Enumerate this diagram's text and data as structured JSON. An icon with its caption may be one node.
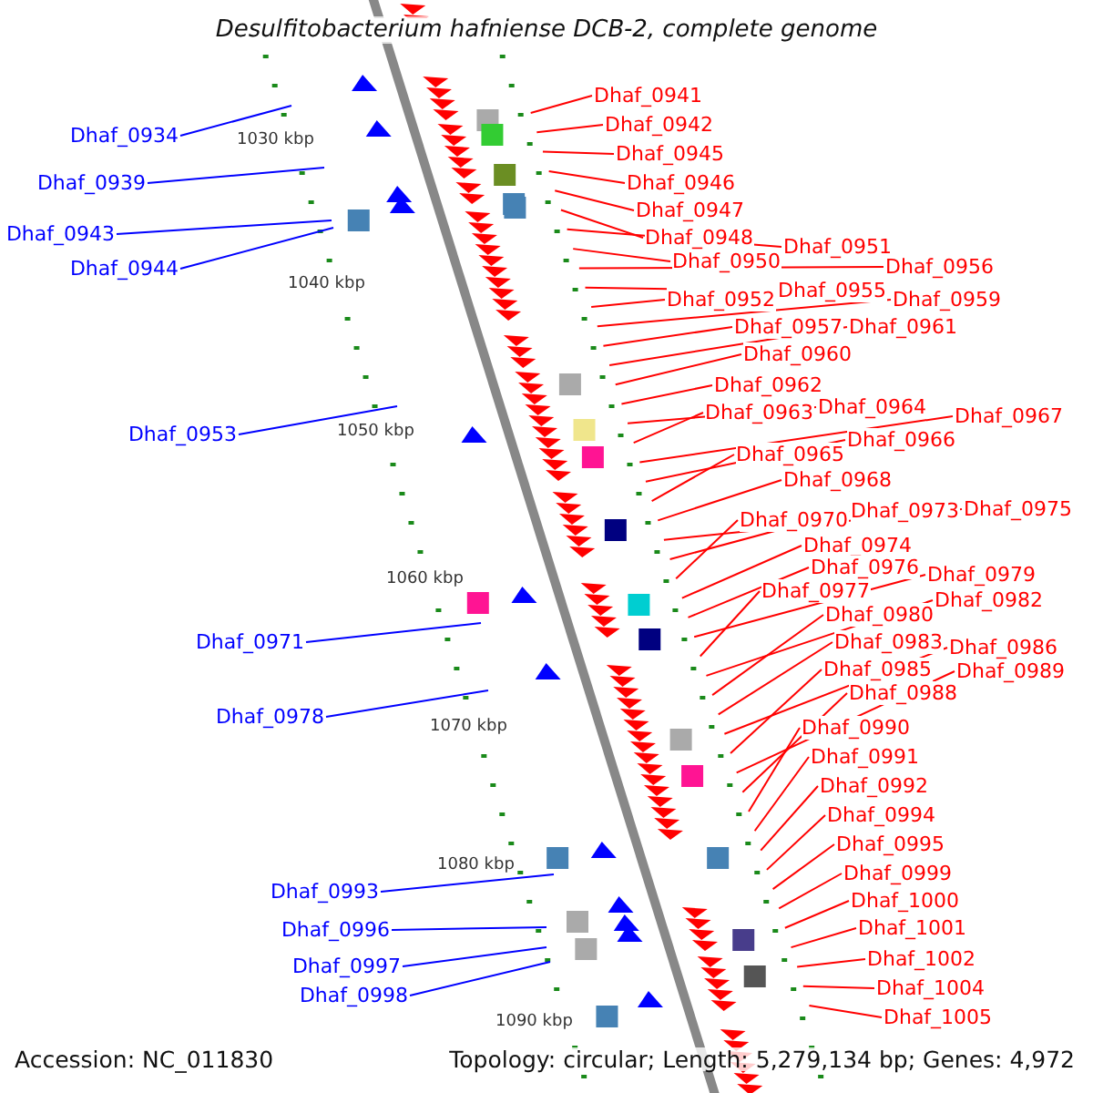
{
  "diagram": {
    "title": "Desulfitobacterium hafniense DCB-2, complete genome",
    "nodes": [
      {
        "text": [
          "Dhaf_0934"
        ]
      },
      {
        "text": [
          "Dhaf_0939"
        ]
      },
      {
        "text": [
          "Dhaf_0943"
        ]
      },
      {
        "text": [
          "Dhaf_0944"
        ]
      },
      {
        "text": [
          "Dhaf_0953"
        ]
      },
      {
        "text": [
          "Dhaf_0971"
        ]
      },
      {
        "text": [
          "Dhaf_0978"
        ]
      },
      {
        "text": [
          "Dhaf_0993"
        ]
      },
      {
        "text": [
          "Dhaf_0996"
        ]
      },
      {
        "text": [
          "Dhaf_0997"
        ]
      },
      {
        "text": [
          "Dhaf_0998"
        ]
      },
      {
        "text": [
          "Dhaf_0941"
        ]
      },
      {
        "text": [
          "Dhaf_0942"
        ]
      },
      {
        "text": [
          "Dhaf_0945"
        ]
      },
      {
        "text": [
          "Dhaf_0946"
        ]
      },
      {
        "text": [
          "Dhaf_0947"
        ]
      },
      {
        "text": [
          "Dhaf_0948"
        ]
      },
      {
        "text": [
          "Dhaf_0950"
        ]
      },
      {
        "text": [
          "Dhaf_0951"
        ]
      },
      {
        "text": [
          "Dhaf_0952"
        ]
      },
      {
        "text": [
          "Dhaf_0955"
        ]
      },
      {
        "text": [
          "Dhaf_0956"
        ]
      },
      {
        "text": [
          "Dhaf_0957"
        ]
      },
      {
        "text": [
          "Dhaf_0959"
        ]
      },
      {
        "text": [
          "Dhaf_0960"
        ]
      },
      {
        "text": [
          "Dhaf_0961"
        ]
      },
      {
        "text": [
          "Dhaf_0962"
        ]
      },
      {
        "text": [
          "Dhaf_0963"
        ]
      },
      {
        "text": [
          "Dhaf_0964"
        ]
      },
      {
        "text": [
          "Dhaf_0965"
        ]
      },
      {
        "text": [
          "Dhaf_0966"
        ]
      },
      {
        "text": [
          "Dhaf_0967"
        ]
      },
      {
        "text": [
          "Dhaf_0968"
        ]
      },
      {
        "text": [
          "Dhaf_0970"
        ]
      },
      {
        "text": [
          "Dhaf_0973"
        ]
      },
      {
        "text": [
          "Dhaf_0975"
        ]
      },
      {
        "text": [
          "Dhaf_0974"
        ]
      },
      {
        "text": [
          "Dhaf_0976"
        ]
      },
      {
        "text": [
          "Dhaf_0977"
        ]
      },
      {
        "text": [
          "Dhaf_0979"
        ]
      },
      {
        "text": [
          "Dhaf_0980"
        ]
      },
      {
        "text": [
          "Dhaf_0982"
        ]
      },
      {
        "text": [
          "Dhaf_0983"
        ]
      },
      {
        "text": [
          "Dhaf_0985"
        ]
      },
      {
        "text": [
          "Dhaf_0986"
        ]
      },
      {
        "text": [
          "Dhaf_0988"
        ]
      },
      {
        "text": [
          "Dhaf_0989"
        ]
      },
      {
        "text": [
          "Dhaf_0990"
        ]
      },
      {
        "text": [
          "Dhaf_0991"
        ]
      },
      {
        "text": [
          "Dhaf_0992"
        ]
      },
      {
        "text": [
          "Dhaf_0994"
        ]
      },
      {
        "text": [
          "Dhaf_0995"
        ]
      },
      {
        "text": [
          "Dhaf_0999"
        ]
      },
      {
        "text": [
          "Dhaf_1000"
        ]
      },
      {
        "text": [
          "Dhaf_1001"
        ]
      },
      {
        "text": [
          "Dhaf_1002"
        ]
      },
      {
        "text": [
          "Dhaf_1004"
        ]
      },
      {
        "text": [
          "Dhaf_1005"
        ]
      }
    ],
    "edges": [
      {
        "from": 0,
        "to": null,
        "arrow": "none",
        "color": "#0000ff"
      },
      {
        "from": 1,
        "to": null,
        "arrow": "none",
        "color": "#0000ff"
      },
      {
        "from": 2,
        "to": null,
        "arrow": "none",
        "color": "#0000ff"
      },
      {
        "from": 3,
        "to": null,
        "arrow": "none",
        "color": "#0000ff"
      },
      {
        "from": 4,
        "to": null,
        "arrow": "none",
        "color": "#0000ff"
      },
      {
        "from": 5,
        "to": null,
        "arrow": "none",
        "color": "#0000ff"
      },
      {
        "from": 6,
        "to": null,
        "arrow": "none",
        "color": "#0000ff"
      },
      {
        "from": 7,
        "to": null,
        "arrow": "none",
        "color": "#0000ff"
      },
      {
        "from": 8,
        "to": null,
        "arrow": "none",
        "color": "#0000ff"
      },
      {
        "from": 9,
        "to": null,
        "arrow": "none",
        "color": "#0000ff"
      },
      {
        "from": 10,
        "to": null,
        "arrow": "none",
        "color": "#0000ff"
      },
      {
        "from": 11,
        "to": null,
        "arrow": "none"
      },
      {
        "from": 12,
        "to": null,
        "arrow": "none"
      },
      {
        "from": 13,
        "to": null,
        "arrow": "none"
      },
      {
        "from": 14,
        "to": null,
        "arrow": "none"
      },
      {
        "from": 15,
        "to": null,
        "arrow": "none"
      },
      {
        "from": 16,
        "to": null,
        "arrow": "none"
      },
      {
        "from": 17,
        "to": null,
        "arrow": "none"
      },
      {
        "from": 18,
        "to": null,
        "arrow": "none"
      },
      {
        "from": 19,
        "to": null,
        "arrow": "none"
      },
      {
        "from": 20,
        "to": null,
        "arrow": "none"
      },
      {
        "from": 21,
        "to": null,
        "arrow": "none"
      },
      {
        "from": 22,
        "to": null,
        "arrow": "none"
      },
      {
        "from": 23,
        "to": null,
        "arrow": "none"
      },
      {
        "from": 24,
        "to": null,
        "arrow": "none"
      },
      {
        "from": 25,
        "to": null,
        "arrow": "none"
      },
      {
        "from": 26,
        "to": null,
        "arrow": "none"
      },
      {
        "from": 27,
        "to": null,
        "arrow": "none"
      },
      {
        "from": 28,
        "to": null,
        "arrow": "none"
      },
      {
        "from": 29,
        "to": null,
        "arrow": "none"
      },
      {
        "from": 30,
        "to": null,
        "arrow": "none"
      },
      {
        "from": 31,
        "to": null,
        "arrow": "none"
      },
      {
        "from": 32,
        "to": null,
        "arrow": "none"
      },
      {
        "from": 33,
        "to": null,
        "arrow": "none"
      },
      {
        "from": 34,
        "to": null,
        "arrow": "none"
      },
      {
        "from": 35,
        "to": null,
        "arrow": "none"
      },
      {
        "from": 36,
        "to": null,
        "arrow": "none"
      },
      {
        "from": 37,
        "to": null,
        "arrow": "none"
      },
      {
        "from": 38,
        "to": null,
        "arrow": "none"
      },
      {
        "from": 39,
        "to": null,
        "arrow": "none"
      },
      {
        "from": 40,
        "to": null,
        "arrow": "none"
      },
      {
        "from": 41,
        "to": null,
        "arrow": "none"
      },
      {
        "from": 42,
        "to": null,
        "arrow": "none"
      },
      {
        "from": 43,
        "to": null,
        "arrow": "none"
      },
      {
        "from": 44,
        "to": null,
        "arrow": "none"
      },
      {
        "from": 45,
        "to": null,
        "arrow": "none"
      },
      {
        "from": 46,
        "to": null,
        "arrow": "none"
      },
      {
        "from": 47,
        "to": null,
        "arrow": "none"
      },
      {
        "from": 48,
        "to": null,
        "arrow": "none"
      },
      {
        "from": 49,
        "to": null,
        "arrow": "none"
      },
      {
        "from": 50,
        "to": null,
        "arrow": "none"
      },
      {
        "from": 51,
        "to": null,
        "arrow": "none"
      },
      {
        "from": 52,
        "to": null,
        "arrow": "none"
      },
      {
        "from": 53,
        "to": null,
        "arrow": "none"
      },
      {
        "from": 54,
        "to": null,
        "arrow": "none"
      },
      {
        "from": 55,
        "to": null,
        "arrow": "none"
      },
      {
        "from": 56,
        "to": null,
        "arrow": "none"
      },
      {
        "from": 57,
        "to": null,
        "arrow": "none"
      }
    ],
    "labels": [
      "1030 kbp",
      "1040 kbp",
      "1050 kbp",
      "1060 kbp",
      "1070 kbp",
      "1080 kbp",
      "1090 kbp",
      "Accession: NC_011830",
      "Topology: circular; Length: 5,279,134 bp; Genes: 4,972"
    ]
  }
}
